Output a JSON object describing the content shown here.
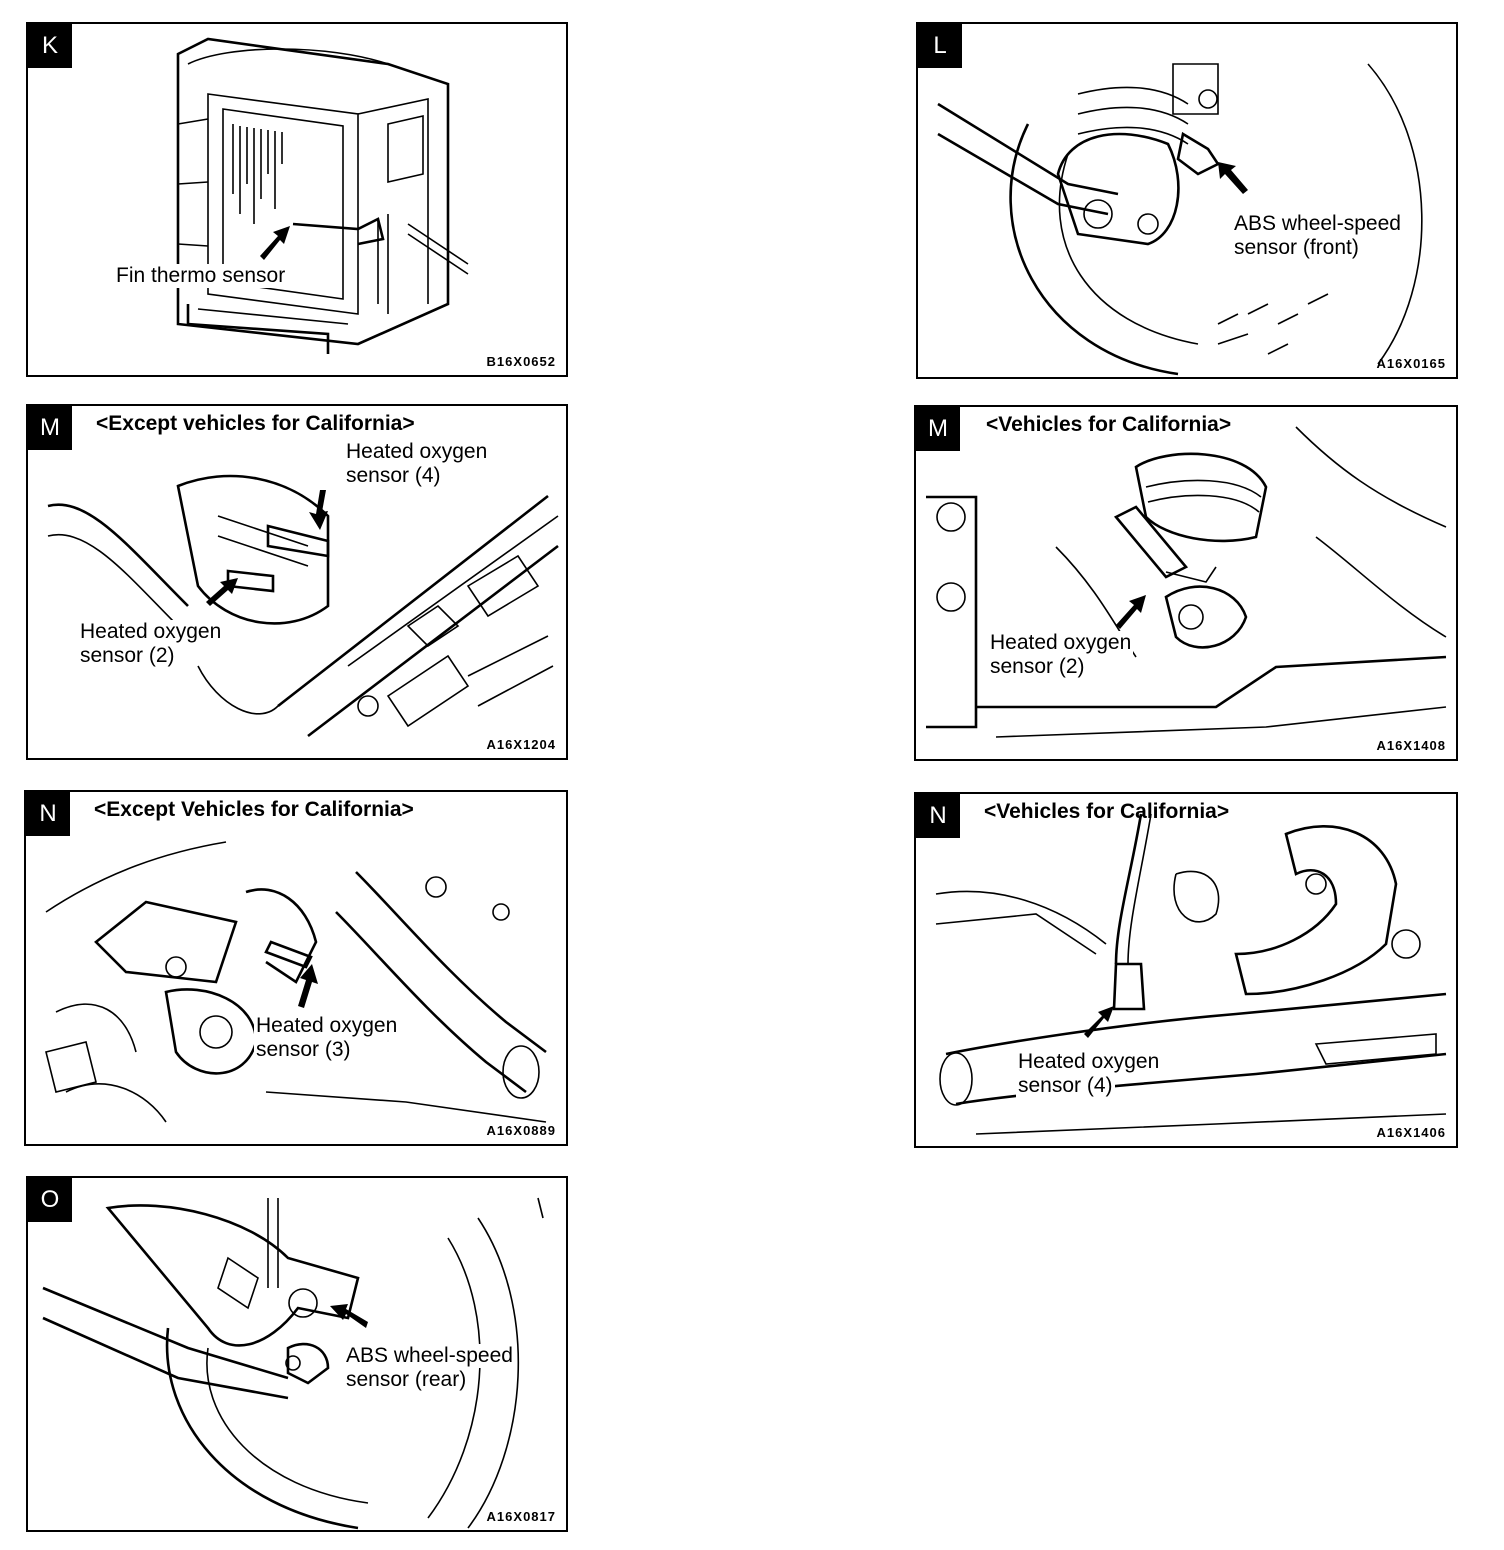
{
  "panels": [
    {
      "id": "K",
      "letter": "K",
      "heading": "",
      "labels": [
        "Fin thermo sensor"
      ],
      "code": "B16X0652"
    },
    {
      "id": "L",
      "letter": "L",
      "heading": "",
      "labels": [
        "ABS wheel-speed",
        "sensor (front)"
      ],
      "code": "A16X0165"
    },
    {
      "id": "M1",
      "letter": "M",
      "heading": "<Except vehicles for California>",
      "labels": [
        "Heated oxygen",
        "sensor (4)",
        "Heated oxygen",
        "sensor (2)"
      ],
      "code": "A16X1204"
    },
    {
      "id": "M2",
      "letter": "M",
      "heading": "<Vehicles for California>",
      "labels": [
        "Heated oxygen",
        "sensor (2)"
      ],
      "code": "A16X1408"
    },
    {
      "id": "N1",
      "letter": "N",
      "heading": "<Except Vehicles for California>",
      "labels": [
        "Heated oxygen",
        "sensor (3)"
      ],
      "code": "A16X0889"
    },
    {
      "id": "N2",
      "letter": "N",
      "heading": "<Vehicles for California>",
      "labels": [
        "Heated oxygen",
        "sensor (4)"
      ],
      "code": "A16X1406"
    },
    {
      "id": "O",
      "letter": "O",
      "heading": "",
      "labels": [
        "ABS wheel-speed",
        "sensor (rear)"
      ],
      "code": "A16X0817"
    }
  ]
}
